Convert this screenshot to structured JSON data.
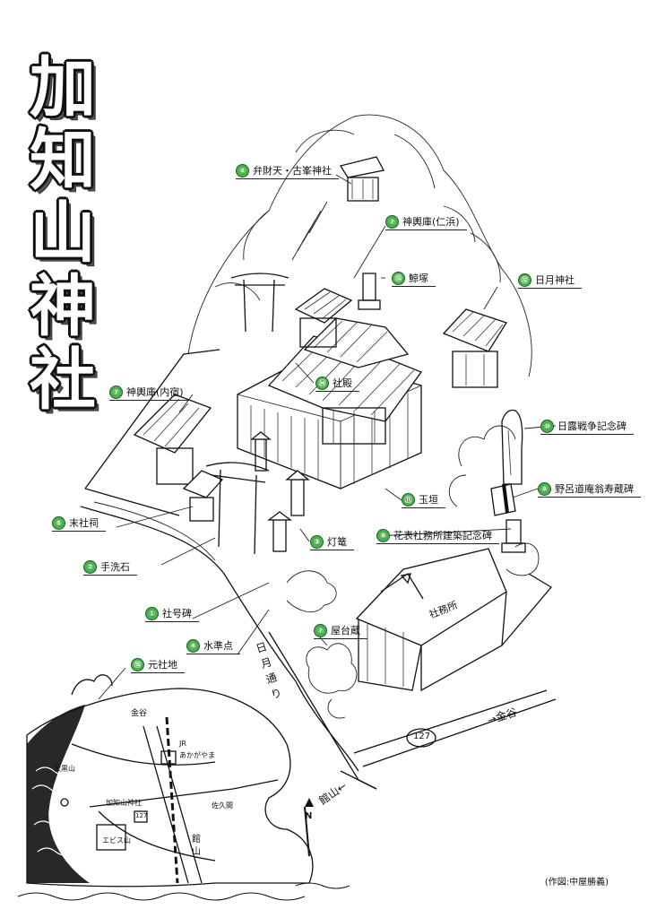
{
  "title_chars": [
    "加",
    "知",
    "山",
    "神",
    "社"
  ],
  "labels": [
    {
      "id": "benzaiten",
      "num": "⑥",
      "text": "弁財天・古峯神社"
    },
    {
      "id": "mikoshi-nihama",
      "num": "⑦",
      "text": "神輿庫(仁浜)"
    },
    {
      "id": "kujiratsuka",
      "num": "⑬",
      "text": "鯨塚"
    },
    {
      "id": "nichigetsu-jinja",
      "num": "⑫",
      "text": "日月神社"
    },
    {
      "id": "shaden",
      "num": "⑭",
      "text": "社殿"
    },
    {
      "id": "mikoshi-uchijuku",
      "num": "⑦",
      "text": "神輿庫(内宿)"
    },
    {
      "id": "nichiro-monument",
      "num": "⑩",
      "text": "日露戦争記念碑"
    },
    {
      "id": "noro-monument",
      "num": "⑨",
      "text": "野呂道庵翁寿蔵碑"
    },
    {
      "id": "tamagaki",
      "num": "⑪",
      "text": "玉垣"
    },
    {
      "id": "massha",
      "num": "⑤",
      "text": "末社祠"
    },
    {
      "id": "kahyo-monument",
      "num": "⑧",
      "text": "花表社務所建築記念碑"
    },
    {
      "id": "chozuishi",
      "num": "②",
      "text": "手洗石"
    },
    {
      "id": "toro",
      "num": "③",
      "text": "灯篭"
    },
    {
      "id": "shagohi",
      "num": "①",
      "text": "社号碑"
    },
    {
      "id": "yataigura",
      "num": "⑦",
      "text": "屋台蔵"
    },
    {
      "id": "suijunten",
      "num": "④",
      "text": "水準点"
    },
    {
      "id": "moto-shachi",
      "num": "⑮",
      "text": "元社地"
    }
  ],
  "buildings": {
    "shamusho": "社務所"
  },
  "roads": {
    "nichigetsu_dori": "日月通り",
    "route_number": "127",
    "to_kanaya": "→金谷",
    "to_tateyama": "館山←"
  },
  "inset_map": {
    "kanaya_arrow": "金谷",
    "jr_label": "JR",
    "station": "あかがやま",
    "ohmine": "大黒山",
    "shrine_label": "加知山神社",
    "sakuma": "佐久間",
    "ebisu": "エビス山",
    "route": "127",
    "tateyama": "館山",
    "north": "N"
  },
  "credit": "(作図:中屋勝義)"
}
